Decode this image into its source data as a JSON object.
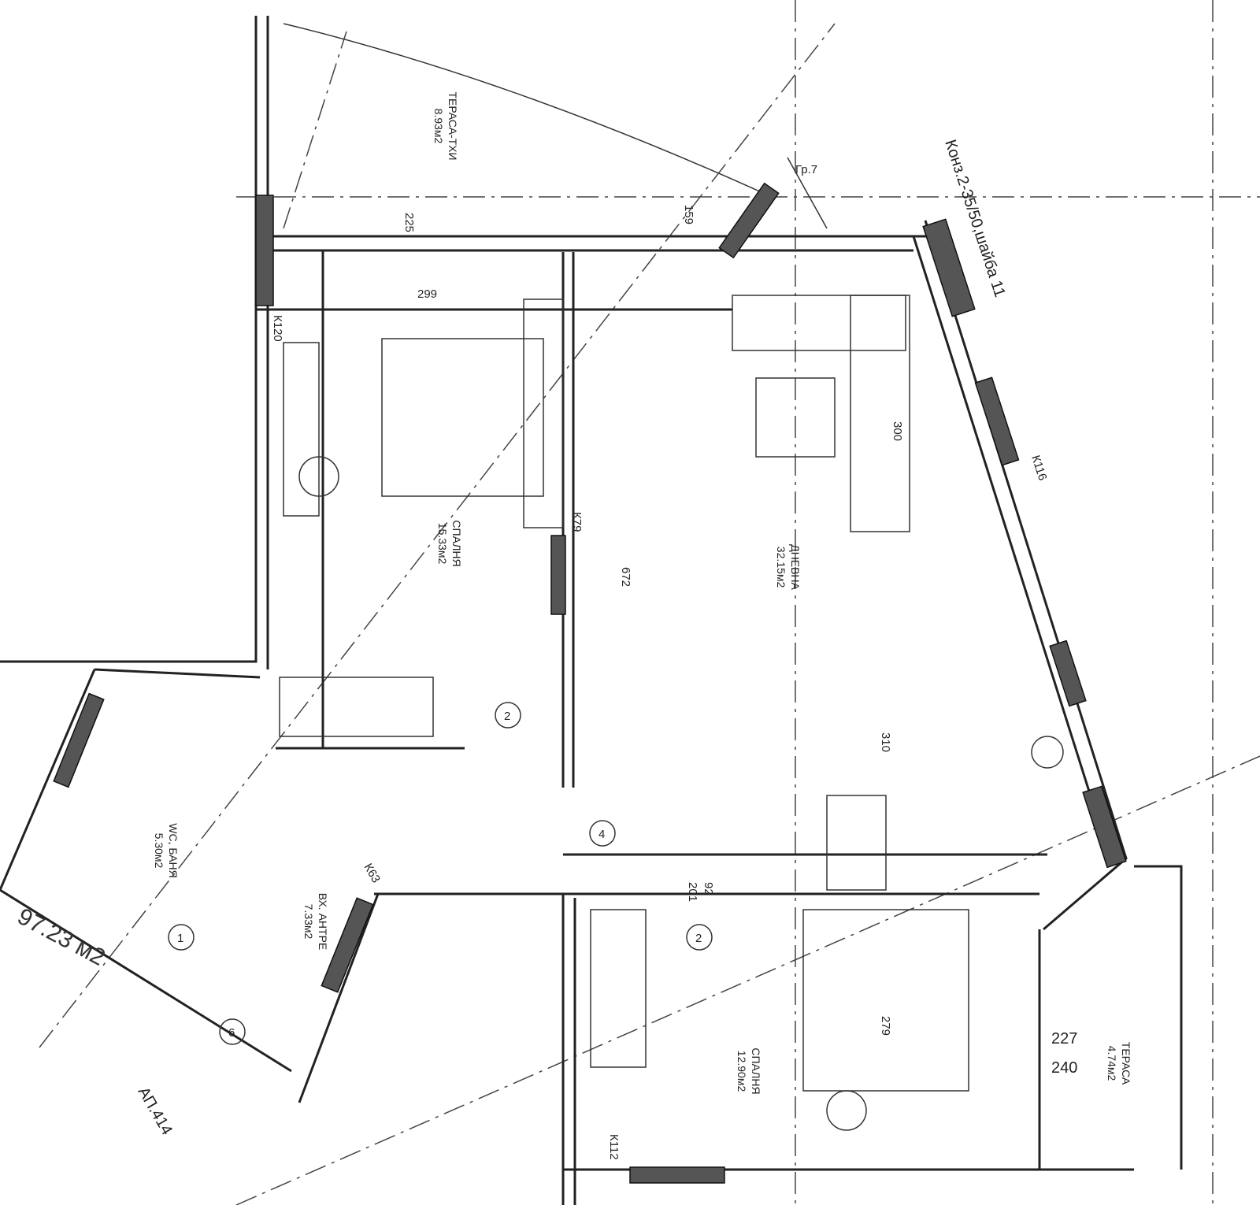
{
  "rooms": [
    {
      "name": "ТЕРАСА-ТХИ",
      "area": "8.93м2"
    },
    {
      "name": "СПАЛНЯ",
      "area": "15.33м2"
    },
    {
      "name": "ДНЕВНА",
      "area": "32.15м2"
    },
    {
      "name": "WC, БАНЯ",
      "area": "5.30м2"
    },
    {
      "name": "ВХ. АНТРЕ",
      "area": "7.33м2"
    },
    {
      "name": "СПАЛНЯ",
      "area": "12.90м2"
    },
    {
      "name": "ТЕРАСА",
      "area": "4.74м2"
    }
  ],
  "apartment": {
    "total_area": "97.23 м2",
    "label": "АП.414"
  },
  "annotations": {
    "console": "Конз.2-35/50,шайба 11",
    "k116": "К116",
    "k120": "К120",
    "k112": "К112",
    "k79": "К79",
    "k63": "К63",
    "gr7": "Гр.7"
  },
  "dimensions": [
    "299",
    "672",
    "310",
    "279",
    "300",
    "227",
    "240",
    "225",
    "159",
    "92",
    "201"
  ],
  "doors": [
    "2",
    "4",
    "2",
    "1",
    "6"
  ]
}
